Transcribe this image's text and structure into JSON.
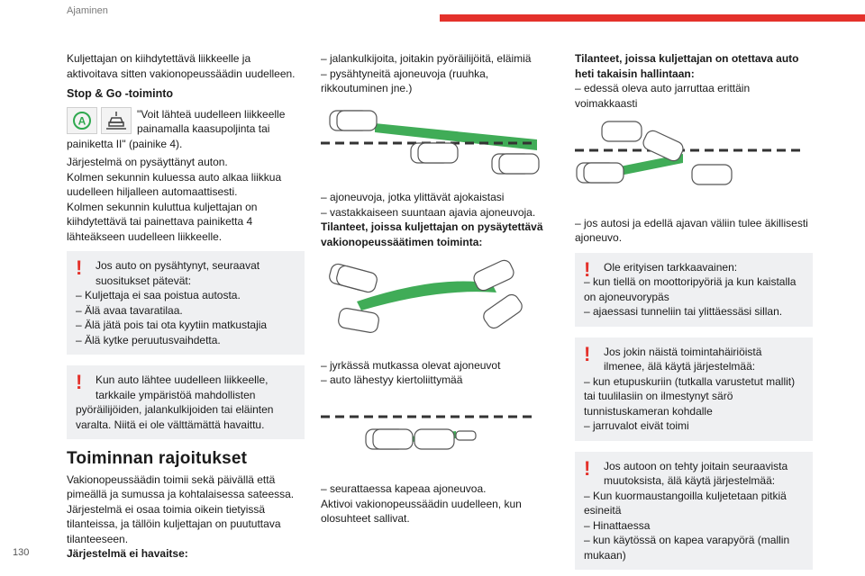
{
  "header": {
    "title": "Ajaminen",
    "accent": "#e4312b"
  },
  "page_number": "130",
  "col1": {
    "intro": "Kuljettajan on kiihdytettävä liikkeelle ja aktivoitava sitten vakionopeussäädin uudelleen.",
    "stopgo_heading": "Stop & Go -toiminto",
    "stopgo_line1": "\"Voit lähteä uudelleen liikkeelle painamalla kaasupoljinta tai",
    "stopgo_line2": "painiketta II\" (painike 4).",
    "para2": "Järjestelmä on pysäyttänyt auton.",
    "para3": "Kolmen sekunnin kuluessa auto alkaa liikkua uudelleen hiljalleen automaattisesti.",
    "para4": "Kolmen sekunnin kuluttua kuljettajan on kiihdytettävä tai painettava painiketta 4 lähteäkseen uudelleen liikkeelle.",
    "warn1": {
      "first": "Jos auto on pysähtynyt, seuraavat suositukset pätevät:",
      "items": [
        "– Kuljettaja ei saa poistua autosta.",
        "– Älä avaa tavaratilaa.",
        "– Älä jätä pois tai ota kyytiin matkustajia",
        "– Älä kytke peruutusvaihdetta."
      ]
    },
    "warn2": {
      "first": "Kun auto lähtee uudelleen liikkeelle, tarkkaile ympäristöä mahdollisten",
      "rest": "pyöräilijöiden, jalankulkijoiden tai eläinten varalta. Niitä ei ole välttämättä havaittu."
    },
    "heading": "Toiminnan rajoitukset",
    "limits_text": "Vakionopeussäädin toimii sekä päivällä että pimeällä ja sumussa ja kohtalaisessa sateessa.",
    "limits_text2": "Järjestelmä ei osaa toimia oikein tietyissä tilanteissa, ja tällöin kuljettajan on puututtava tilanteeseen.",
    "not_detected": "Järjestelmä ei havaitse:"
  },
  "col2": {
    "list1": [
      "– jalankulkijoita, joitakin pyöräilijöitä, eläimiä",
      "– pysähtyneitä ajoneuvoja (ruuhka, rikkoutuminen jne.)"
    ],
    "list2": [
      "– ajoneuvoja, jotka ylittävät ajokaistasi",
      "– vastakkaiseen suuntaan ajavia ajoneuvoja."
    ],
    "heading2": "Tilanteet, joissa kuljettajan on pysäytettävä vakionopeussäätimen toiminta:",
    "list3": [
      "– jyrkässä mutkassa olevat ajoneuvot",
      "– auto lähestyy kiertoliittymää"
    ],
    "list4": [
      "– seurattaessa kapeaa ajoneuvoa."
    ],
    "final": "Aktivoi vakionopeussäädin uudelleen, kun olosuhteet sallivat."
  },
  "col3": {
    "heading": "Tilanteet, joissa kuljettajan on otettava auto heti takaisin hallintaan:",
    "list1": [
      "– edessä oleva auto jarruttaa erittäin voimakkaasti"
    ],
    "list2": [
      "– jos autosi ja edellä ajavan väliin tulee äkillisesti ajoneuvo."
    ],
    "warn1": {
      "first": "Ole erityisen tarkkaavainen:",
      "items": [
        "– kun tiellä on moottoripyöriä ja kun kaistalla on ajoneuvorypäs",
        "– ajaessasi tunneliin tai ylittäessäsi sillan."
      ]
    },
    "warn2": {
      "first": "Jos jokin näistä toimintahäiriöistä ilmenee, älä käytä järjestelmää:",
      "items": [
        "– kun etupuskuriin (tutkalla varustetut mallit) tai tuulilasiin on ilmestynyt särö tunnistuskameran kohdalle",
        "– jarruvalot eivät toimi"
      ]
    },
    "warn3": {
      "first": "Jos autoon on tehty joitain seuraavista muutoksista, älä käytä järjestelmää:",
      "items": [
        "– Kun kuormaustangoilla kuljetetaan pitkiä esineitä",
        "– Hinattaessa",
        "– kun käytössä on kapea varapyörä (mallin mukaan)"
      ]
    }
  },
  "icons": [
    "cruise-control-a-icon",
    "stop-go-car-icon",
    "warning-exclamation-icon"
  ]
}
